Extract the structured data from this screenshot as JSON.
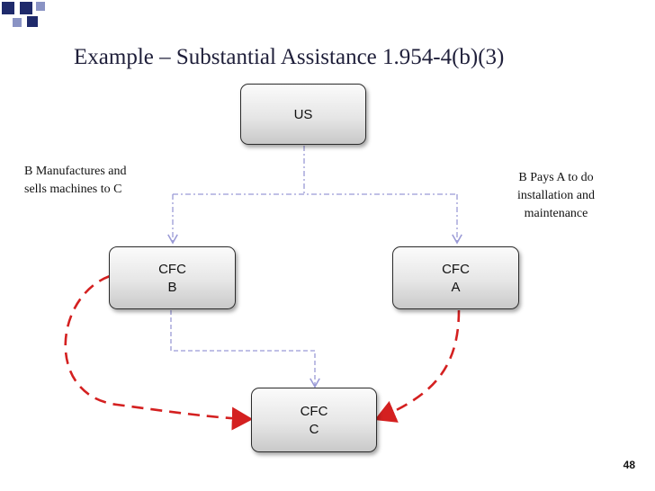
{
  "slide": {
    "title": "Example – Substantial Assistance   1.954-4(b)(3)",
    "page_number": "48"
  },
  "nodes": {
    "us": {
      "lines": [
        "US"
      ]
    },
    "cfc_b": {
      "lines": [
        "CFC",
        "B"
      ]
    },
    "cfc_a": {
      "lines": [
        "CFC",
        "A"
      ]
    },
    "cfc_c": {
      "lines": [
        "CFC",
        "C"
      ]
    }
  },
  "notes": {
    "left": [
      "B Manufactures and",
      "sells machines to C"
    ],
    "right": [
      "B Pays A to do",
      "installation  and",
      "maintenance"
    ]
  },
  "colors": {
    "ownership_line": "#9a9ad6",
    "transaction_arrow": "#d42020",
    "deco_square_dark": "#1f2a6b",
    "deco_square_light": "#8a93c4"
  }
}
